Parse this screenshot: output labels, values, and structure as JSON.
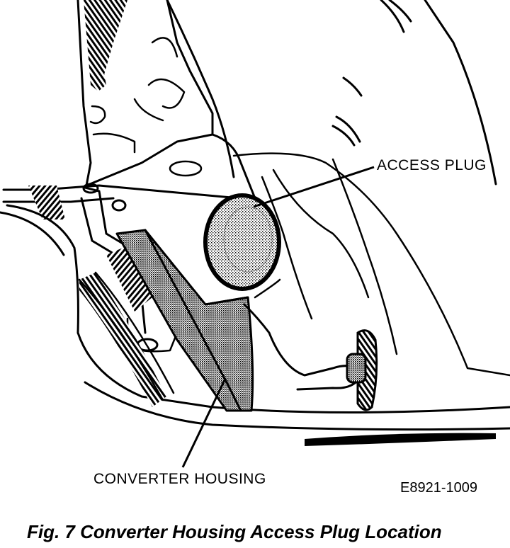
{
  "labels": {
    "access_plug": "ACCESS PLUG",
    "converter_housing": "CONVERTER HOUSING",
    "figure_code": "E8921-1009"
  },
  "caption": "Fig. 7 Converter Housing Access Plug Location",
  "colors": {
    "ink": "#000000",
    "background": "#ffffff"
  }
}
